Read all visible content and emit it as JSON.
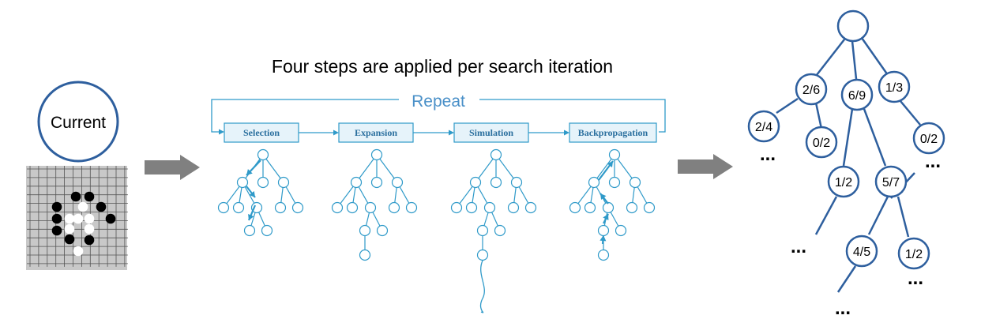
{
  "current_state": {
    "label": "Current"
  },
  "title": "Four steps are applied per search iteration",
  "loop_label": "Repeat",
  "steps": [
    {
      "label": "Selection"
    },
    {
      "label": "Expansion"
    },
    {
      "label": "Simulation"
    },
    {
      "label": "Backpropagation"
    }
  ],
  "search_tree": {
    "nodes": [
      "2/6",
      "6/9",
      "1/3",
      "2/4",
      "0/2",
      "0/2",
      "1/2",
      "5/7",
      "4/5",
      "1/2"
    ],
    "ellipsis": "..."
  },
  "colors": {
    "tree_blue": "#2e5f9e",
    "step_blue": "#2f9ac9",
    "step_box_fill": "#e6f3fa",
    "board_gray": "#c8c8c8",
    "arrow_gray": "#808080"
  }
}
